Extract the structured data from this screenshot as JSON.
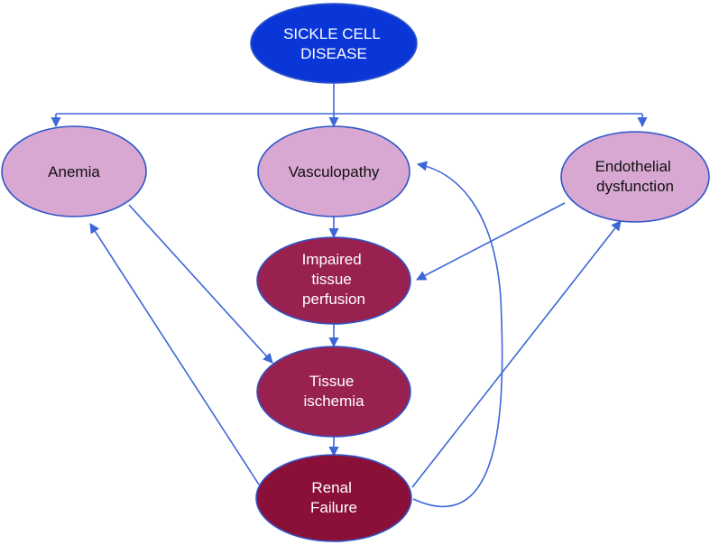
{
  "colors": {
    "root_fill": "#0a36d8",
    "root_text": "#ffffff",
    "light_fill": "#d8a8d2",
    "light_stroke": "#2f55c8",
    "dark_fill": "#98214f",
    "darkest_fill": "#8a1038",
    "dark_text": "#ffffff",
    "light_text": "#111111",
    "edge": "#3d66d8"
  },
  "nodes": {
    "root": {
      "lines": [
        "SICKLE CELL",
        "DISEASE"
      ]
    },
    "anemia": {
      "lines": [
        "Anemia"
      ]
    },
    "vasculopathy": {
      "lines": [
        "Vasculopathy"
      ]
    },
    "endothelial": {
      "lines": [
        "Endothelial",
        "dysfunction"
      ]
    },
    "perfusion": {
      "lines": [
        "Impaired",
        "tissue",
        "perfusion"
      ]
    },
    "ischemia": {
      "lines": [
        "Tissue",
        "ischemia"
      ]
    },
    "renal": {
      "lines": [
        "Renal",
        "Failure"
      ]
    }
  }
}
